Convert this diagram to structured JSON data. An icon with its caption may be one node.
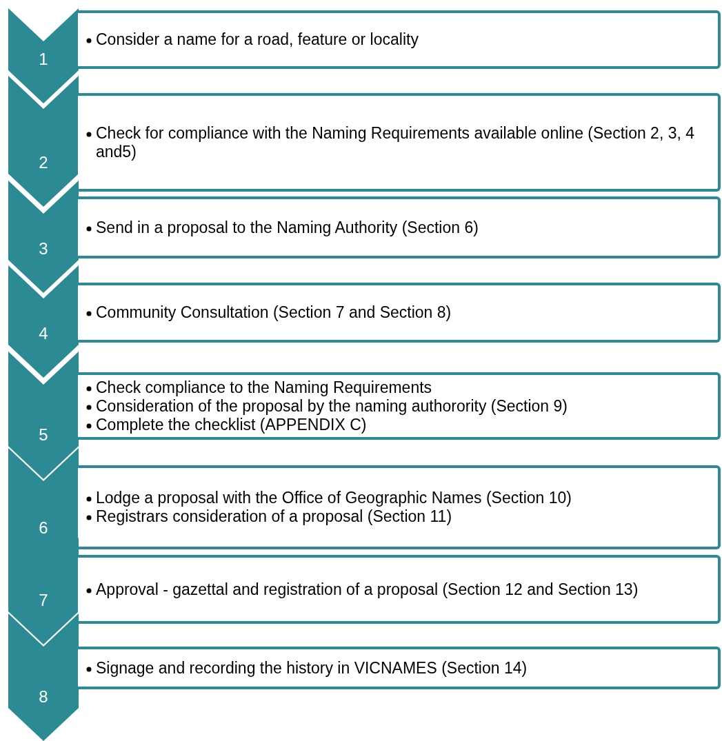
{
  "diagram": {
    "nodes": [
      {
        "text": [
          "1"
        ]
      },
      {
        "text": [
          "Consider a name for a road, feature or locality"
        ]
      },
      {
        "text": [
          "2"
        ]
      },
      {
        "text": [
          "Check for compliance with the Naming Requirements available online (Section 2, 3, 4 and5)"
        ]
      },
      {
        "text": [
          "3"
        ]
      },
      {
        "text": [
          "Send in a proposal to the Naming Authority (Section 6)"
        ]
      },
      {
        "text": [
          "4"
        ]
      },
      {
        "text": [
          "Community Consultation (Section 7 and Section 8)"
        ]
      },
      {
        "text": [
          "5"
        ]
      },
      {
        "text": [
          "Check compliance to the Naming Requirements",
          "Consideration of the proposal by the naming authorority (Section 9)",
          "Complete the checklist (APPENDIX C)"
        ]
      },
      {
        "text": [
          "6"
        ]
      },
      {
        "text": [
          "Lodge a proposal with the Office of Geographic Names (Section 10)",
          "Registrars consideration of a proposal (Section 11)"
        ]
      },
      {
        "text": [
          "7"
        ]
      },
      {
        "text": [
          "Approval - gazettal and registration of a proposal (Section 12 and Section 13)"
        ]
      },
      {
        "text": [
          "8"
        ]
      },
      {
        "text": [
          "Signage and recording the history in VICNAMES (Section 14)"
        ]
      }
    ],
    "edges": []
  }
}
